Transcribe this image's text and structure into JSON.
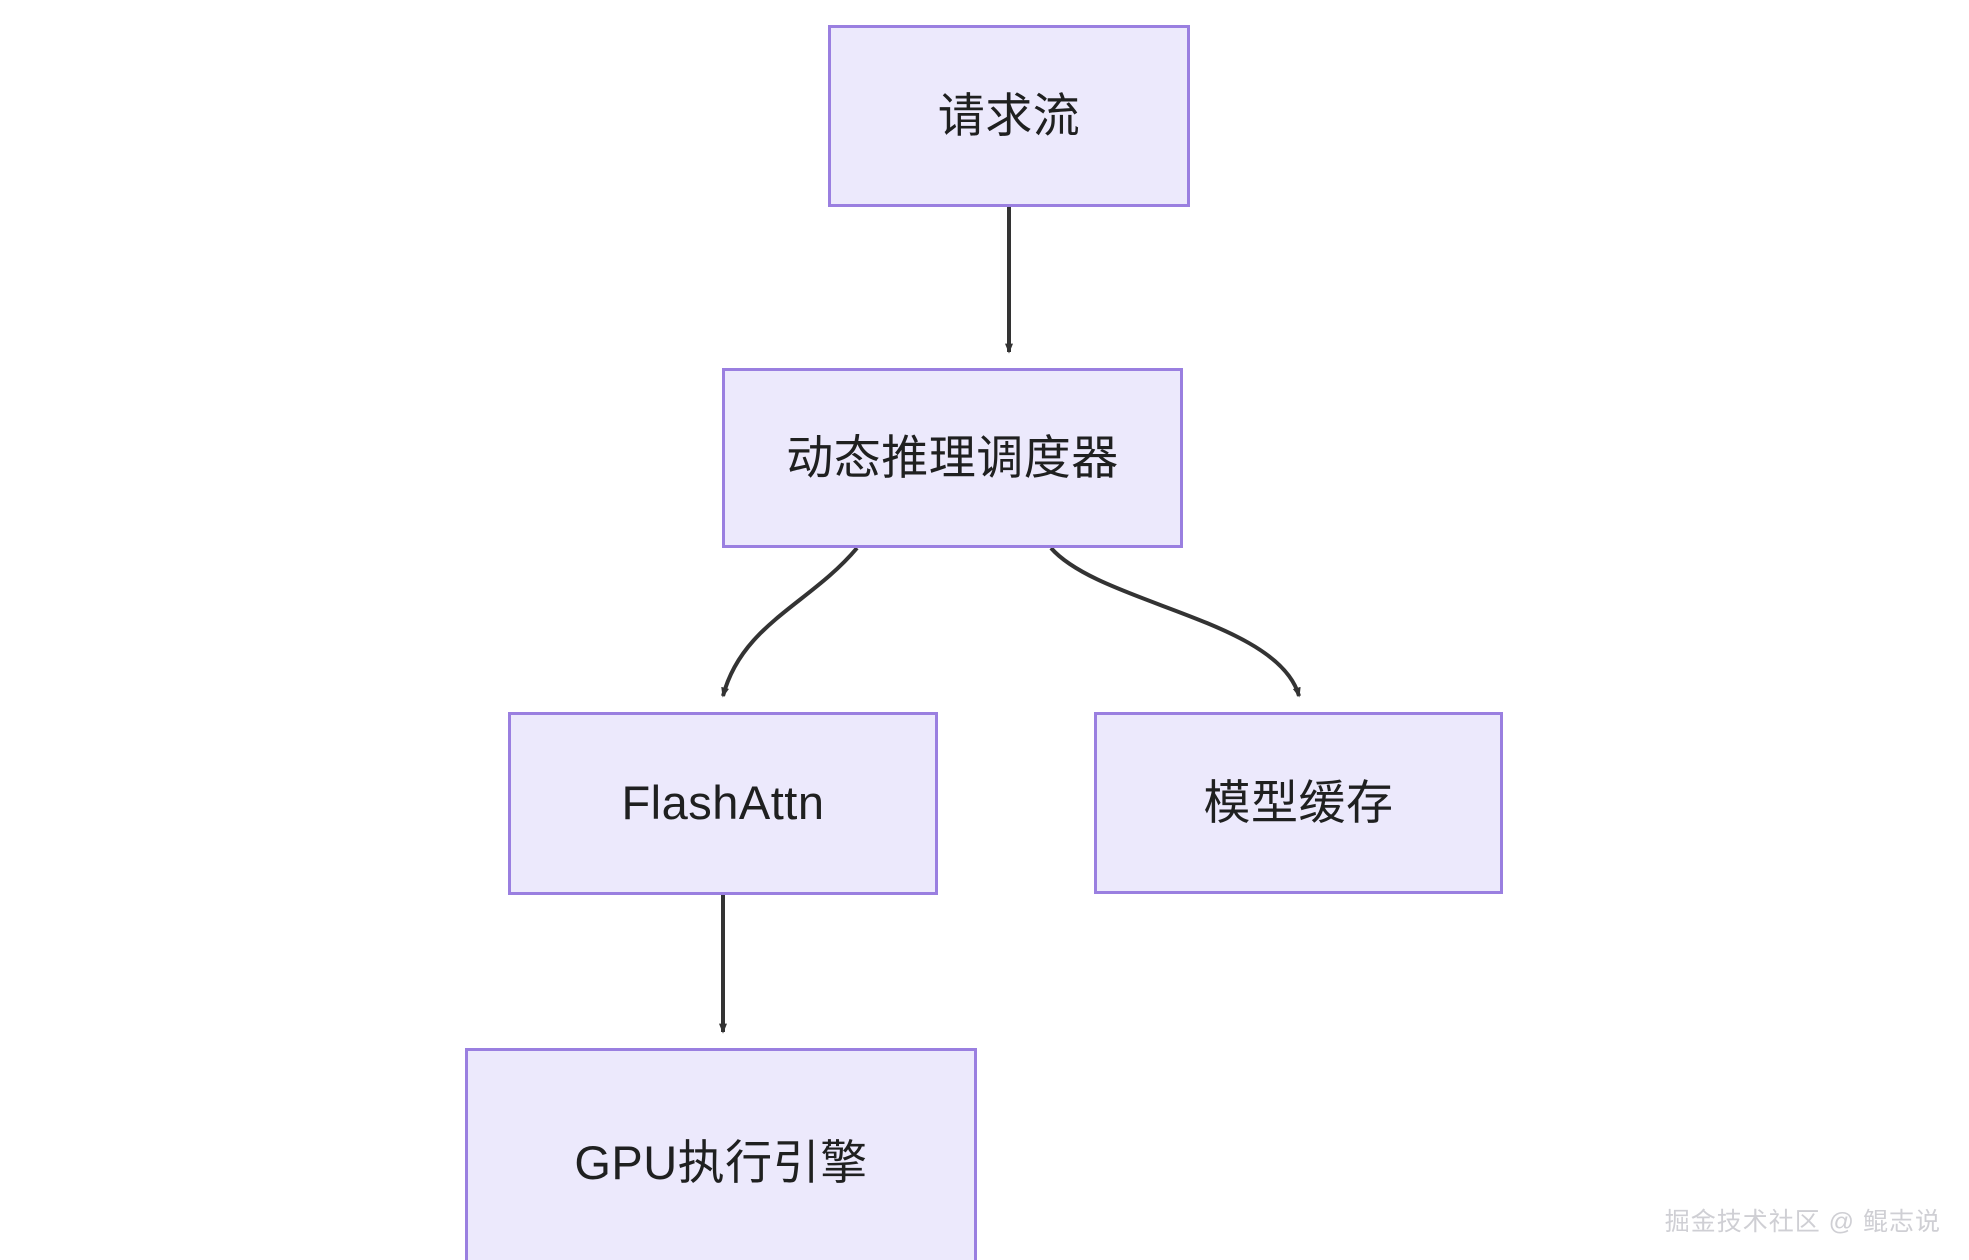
{
  "diagram": {
    "type": "flowchart",
    "direction": "top-down",
    "background_color": "#ffffff",
    "node_fill_color": "#ece9fc",
    "node_border_color": "#9a7fe0",
    "node_text_color": "#1f2020",
    "edge_color": "#333333",
    "nodes": [
      {
        "id": "request-flow",
        "label": "请求流"
      },
      {
        "id": "scheduler",
        "label": "动态推理调度器"
      },
      {
        "id": "flashattn",
        "label": "FlashAttn"
      },
      {
        "id": "model-cache",
        "label": "模型缓存"
      },
      {
        "id": "gpu-engine",
        "label": "GPU执行引擎"
      }
    ],
    "edges": [
      {
        "from": "request-flow",
        "to": "scheduler",
        "style": "straight",
        "arrow": "triangle"
      },
      {
        "from": "scheduler",
        "to": "flashattn",
        "style": "curved",
        "arrow": "triangle"
      },
      {
        "from": "scheduler",
        "to": "model-cache",
        "style": "curved",
        "arrow": "triangle"
      },
      {
        "from": "flashattn",
        "to": "gpu-engine",
        "style": "straight",
        "arrow": "triangle"
      }
    ]
  },
  "watermark": {
    "text": "掘金技术社区 @ 鲲志说",
    "color": "#cfcfd4"
  }
}
